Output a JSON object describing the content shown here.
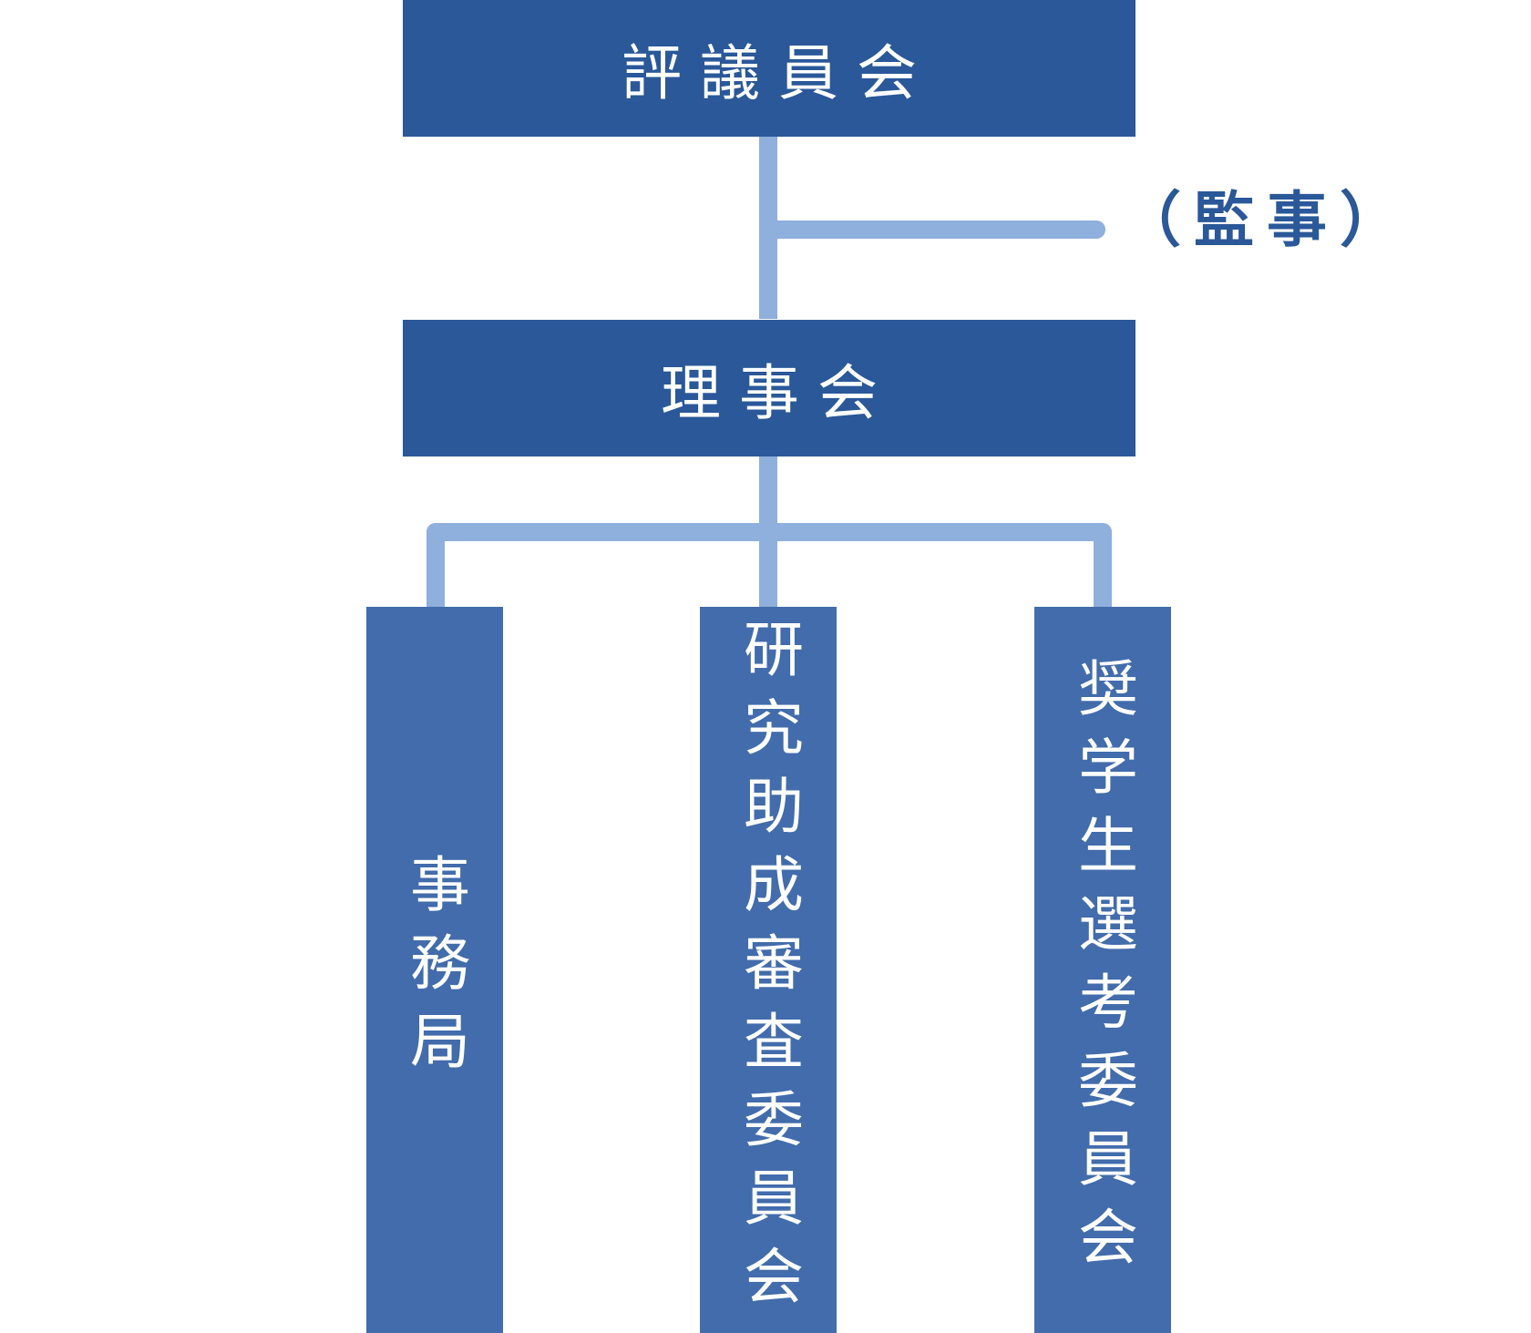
{
  "diagram": {
    "council": {
      "label": "評議員会"
    },
    "auditor": {
      "label": "（監事）"
    },
    "board": {
      "label": "理事会"
    },
    "units": [
      {
        "label": "事務局"
      },
      {
        "label": "研究助成審査委員会"
      },
      {
        "label": "奨学生選考委員会"
      }
    ]
  },
  "colors": {
    "top_boxes": "#2a5899",
    "bottom_boxes": "#426cab",
    "connectors": "#8fafdc",
    "auditor_text": "#2a5899"
  }
}
